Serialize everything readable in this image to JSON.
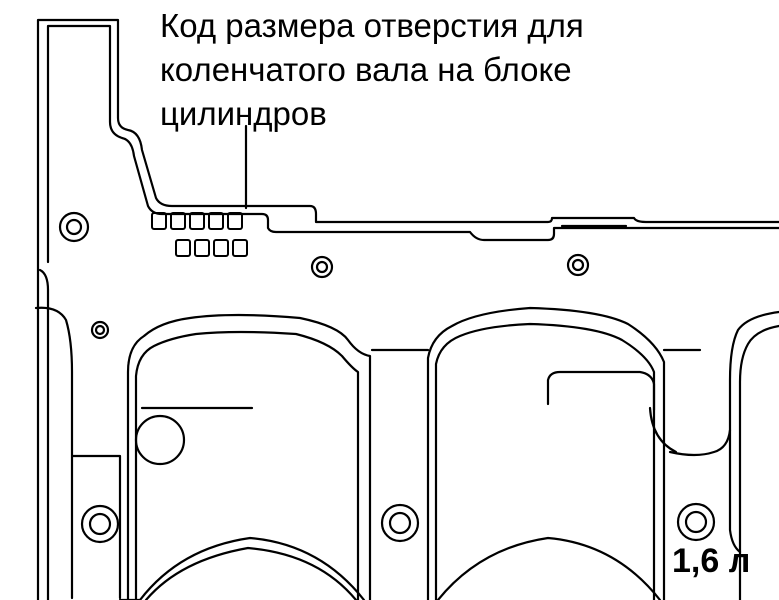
{
  "caption": {
    "lines": [
      "Код размера отверстия для",
      "коленчатого вала на блоке",
      "цилиндров"
    ]
  },
  "engine_label": "1,6 л",
  "code_marks": {
    "top_row_count": 5,
    "bottom_row_count": 4
  }
}
